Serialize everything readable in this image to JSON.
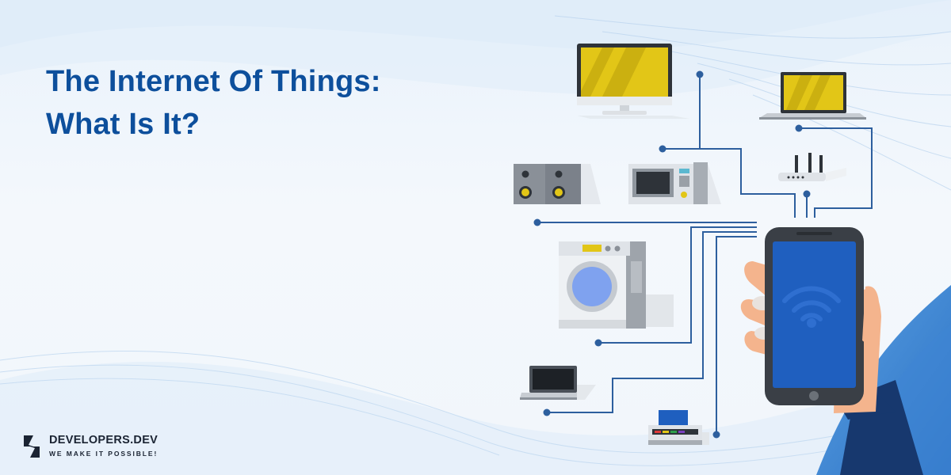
{
  "hero": {
    "title_line1": "The Internet Of Things:",
    "title_line2": "What Is It?"
  },
  "brand": {
    "name": "DEVELOPERS.DEV",
    "tagline": "WE MAKE IT POSSIBLE!"
  },
  "colors": {
    "title": "#0d4f9c",
    "accent_blue": "#2f73c8",
    "circuit_line": "#2d5f9e",
    "screen_yellow": "#e2c617",
    "phone_screen": "#1f5fbf",
    "brand_text": "#1b2433"
  },
  "icons": [
    "monitor-icon",
    "laptop-icon",
    "router-icon",
    "speakers-icon",
    "microwave-icon",
    "washing-machine-icon",
    "small-laptop-icon",
    "printer-icon",
    "smartphone-icon",
    "wifi-icon",
    "hand-icon",
    "brand-logo-icon"
  ]
}
